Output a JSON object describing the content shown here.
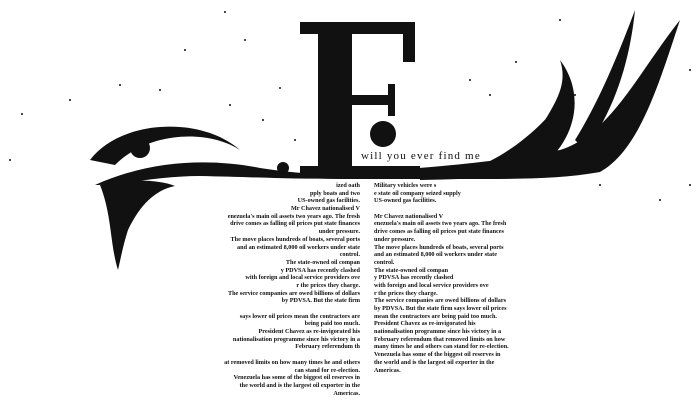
{
  "headline_letter": "E",
  "tagline": "will you ever find me",
  "left_column": [
    "ized oath",
    "pply boats and two",
    "US-owned gas facilities.",
    "Mr Chavez nationalised V",
    "enezuela's main oil assets two years ago. The fresh",
    "drive comes as falling oil prices put state finances",
    "under pressure.",
    "The move places hundreds of boats, several ports",
    "and an estimated 8,000 oil workers under state",
    "control.",
    "The state-owned oil compan",
    "y PDVSA has recently clashed",
    "with foreign and local service providers ove",
    "r the prices they charge.",
    "The service companies are owed billions of dollars",
    "by PDVSA. But the state firm",
    "",
    "says lower oil prices mean the contractors are",
    "being paid too much.",
    "President Chavez as re-invigorated his",
    "nationalisation programme since his victory in a",
    "February referendum th",
    "",
    "at removed limits on how many times he and others",
    "can stand for re-election.",
    "Venezuela has some of the biggest oil reserves in",
    "the world and is the largest oil exporter in the",
    "Americas."
  ],
  "right_column": [
    "Military vehicles were s",
    "e state oil company seized supply",
    "US-owned gas facilities.",
    "",
    "Mr Chavez nationalised V",
    "enezuela's main oil assets two years ago. The fresh",
    "drive comes as falling oil prices put state finances",
    "under pressure.",
    "The move places hundreds of boats, several ports",
    "and an estimated 8,000 oil workers under state",
    "control.",
    "The state-owned oil compan",
    "y PDVSA has recently clashed",
    "with foreign and local service providers ove",
    "r the prices they charge.",
    "The service companies are owed billions of dollars",
    "by PDVSA. But the state firm says lower oil prices",
    "mean the contractors are being paid too much.",
    "President Chavez as re-invigorated his",
    "nationalisation programme since his victory in a",
    "February referendum that removed limits on how",
    "many times he and others can stand for re-election.",
    "Venezuela has some of the biggest oil reserves in",
    "the world and is the largest oil exporter in the",
    "Americas."
  ],
  "colors": {
    "ink": "#111111",
    "background": "#ffffff"
  }
}
